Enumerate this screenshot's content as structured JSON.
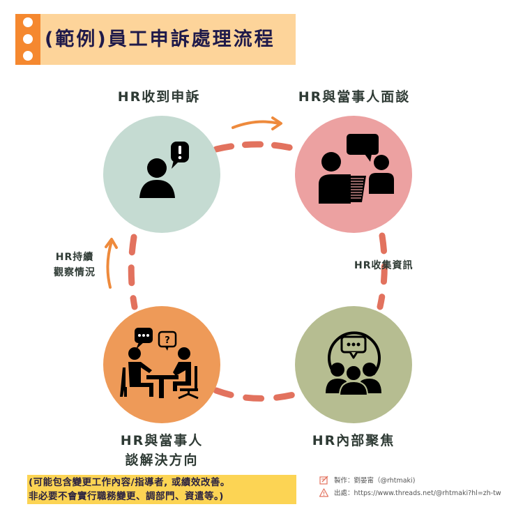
{
  "title": "(範例)員工申訴處理流程",
  "colors": {
    "banner_bg": "#fdd49a",
    "banner_strip": "#f5882f",
    "dash_line": "#e2725e",
    "arrow": "#ee8a3c",
    "note_bg": "#fcd454"
  },
  "steps": [
    {
      "id": "receive",
      "label": "HR收到申訴",
      "color": "#c5dbd2",
      "icon": "person-exclamation-icon"
    },
    {
      "id": "interview",
      "label": "HR與當事人面談",
      "color": "#eca1a1",
      "icon": "interview-document-icon"
    },
    {
      "id": "focus",
      "label": "HR內部聚焦",
      "color": "#b6bd91",
      "icon": "group-discussion-icon"
    },
    {
      "id": "resolve",
      "label_line1": "HR與當事人",
      "label_line2": "談解決方向",
      "color": "#ee9a58",
      "icon": "meeting-table-icon"
    }
  ],
  "connectors": {
    "right": "HR收集資訊",
    "left_line1": "HR持續",
    "left_line2": "觀察情況"
  },
  "note": {
    "line1": "(可能包含變更工作內容/指導者, 或績效改善。",
    "line2": " 非必要不會實行職務變更、調部門、資遣等。)"
  },
  "credits": {
    "author": "製作：劉晏甯（@rhtmaki)",
    "source": "出處：https://www.threads.net/@rhtmaki?hl=zh-tw"
  }
}
